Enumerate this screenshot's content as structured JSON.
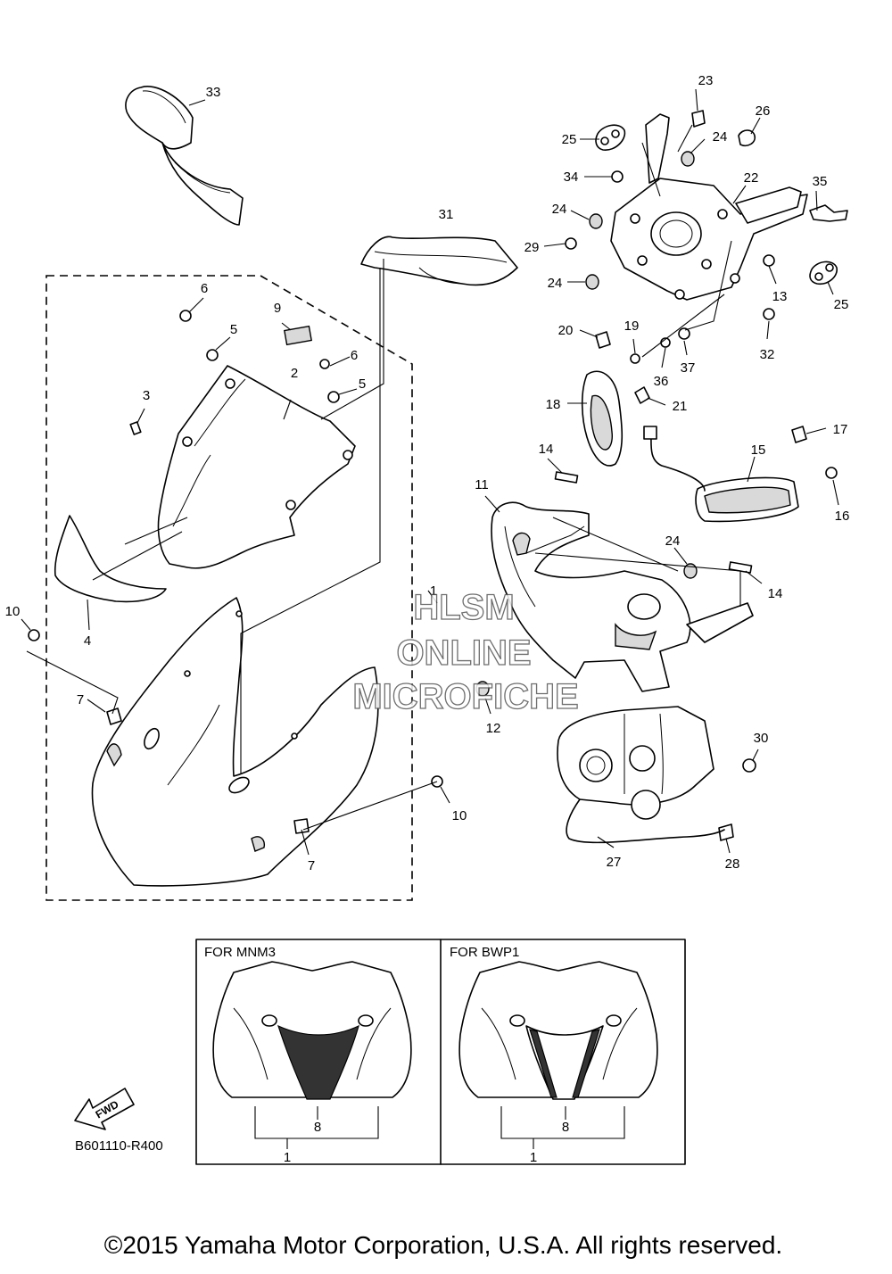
{
  "diagram": {
    "callouts": [
      {
        "id": "c33",
        "label": "33"
      },
      {
        "id": "c31",
        "label": "31"
      },
      {
        "id": "c23",
        "label": "23"
      },
      {
        "id": "c26",
        "label": "26"
      },
      {
        "id": "c25a",
        "label": "25"
      },
      {
        "id": "c24a",
        "label": "24"
      },
      {
        "id": "c34",
        "label": "34"
      },
      {
        "id": "c22",
        "label": "22"
      },
      {
        "id": "c35",
        "label": "35"
      },
      {
        "id": "c24b",
        "label": "24"
      },
      {
        "id": "c29",
        "label": "29"
      },
      {
        "id": "c24c",
        "label": "24"
      },
      {
        "id": "c13",
        "label": "13"
      },
      {
        "id": "c25b",
        "label": "25"
      },
      {
        "id": "c32",
        "label": "32"
      },
      {
        "id": "c20",
        "label": "20"
      },
      {
        "id": "c19",
        "label": "19"
      },
      {
        "id": "c36",
        "label": "36"
      },
      {
        "id": "c37",
        "label": "37"
      },
      {
        "id": "c18",
        "label": "18"
      },
      {
        "id": "c21",
        "label": "21"
      },
      {
        "id": "c17",
        "label": "17"
      },
      {
        "id": "c15",
        "label": "15"
      },
      {
        "id": "c16",
        "label": "16"
      },
      {
        "id": "c14a",
        "label": "14"
      },
      {
        "id": "c11",
        "label": "11"
      },
      {
        "id": "c24d",
        "label": "24"
      },
      {
        "id": "c14b",
        "label": "14"
      },
      {
        "id": "c12",
        "label": "12"
      },
      {
        "id": "c30",
        "label": "30"
      },
      {
        "id": "c27",
        "label": "27"
      },
      {
        "id": "c28",
        "label": "28"
      },
      {
        "id": "c6a",
        "label": "6"
      },
      {
        "id": "c5a",
        "label": "5"
      },
      {
        "id": "c9",
        "label": "9"
      },
      {
        "id": "c6b",
        "label": "6"
      },
      {
        "id": "c5b",
        "label": "5"
      },
      {
        "id": "c2",
        "label": "2"
      },
      {
        "id": "c3",
        "label": "3"
      },
      {
        "id": "c4",
        "label": "4"
      },
      {
        "id": "c10a",
        "label": "10"
      },
      {
        "id": "c7a",
        "label": "7"
      },
      {
        "id": "c10b",
        "label": "10"
      },
      {
        "id": "c7b",
        "label": "7"
      },
      {
        "id": "c1",
        "label": "1"
      },
      {
        "id": "v1_8",
        "label": "8"
      },
      {
        "id": "v1_1",
        "label": "1"
      },
      {
        "id": "v2_8",
        "label": "8"
      },
      {
        "id": "v2_1",
        "label": "1"
      }
    ],
    "variants": [
      {
        "label": "FOR  MNM3"
      },
      {
        "label": "FOR  BWP1"
      }
    ],
    "fwd_label": "FWD",
    "diagram_code": "B601110-R400",
    "copyright": "©2015 Yamaha Motor Corporation, U.S.A. All rights reserved.",
    "watermark": {
      "line1": "HLSM",
      "line2": "ONLINE",
      "line3": "MICROFICHE"
    }
  }
}
